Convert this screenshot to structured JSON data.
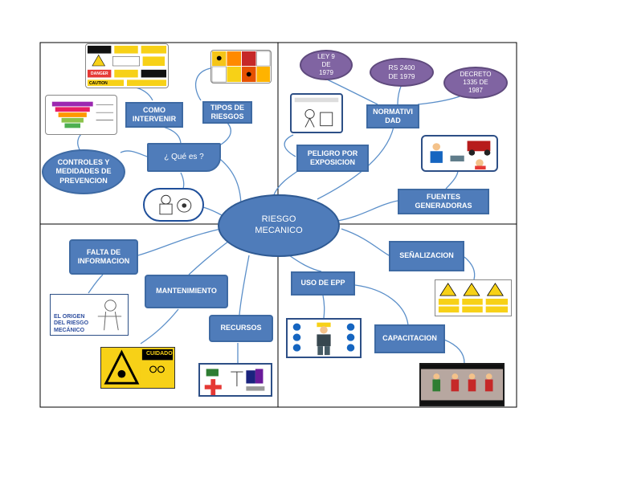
{
  "center": "RIESGO\nMECANICO",
  "nodes": {
    "como_intervenir": "COMO\nINTERVENIR",
    "tipos_de_riesgos": "TIPOS DE\nRIESGOS",
    "que_es": "¿ Qué es ?",
    "controles": "CONTROLES Y\nMEDIDADES DE\nPREVENCION",
    "ley9": "LEY 9\nDE\n1979",
    "rs2400": "RS 2400\nDE 1979",
    "decreto": "DECRETO\n1335 DE\n1987",
    "normatividad": "NORMATIVI\nDAD",
    "peligro_exposicion": "PELIGRO POR\nEXPOSICION",
    "fuentes_generadoras": "FUENTES\nGENERADORAS",
    "falta_informacion": "FALTA DE\nINFORMACION",
    "mantenimiento": "MANTENIMIENTO",
    "recursos": "RECURSOS",
    "uso_epp": "USO DE EPP",
    "senalizacion": "SEÑALIZACION",
    "capacitacion": "CAPACITACION"
  },
  "captions": {
    "origen": "EL ORIGEN\nDEL RIESGO\nMECÁNICO",
    "cuidado": "CUIDADO",
    "caution": "CAUTION",
    "danger": "DANGER"
  },
  "colors": {
    "node_blue": "#4f7cba",
    "node_purple": "#8064a2",
    "connector": "#5b8fc9",
    "sign_yellow": "#f7d117"
  }
}
